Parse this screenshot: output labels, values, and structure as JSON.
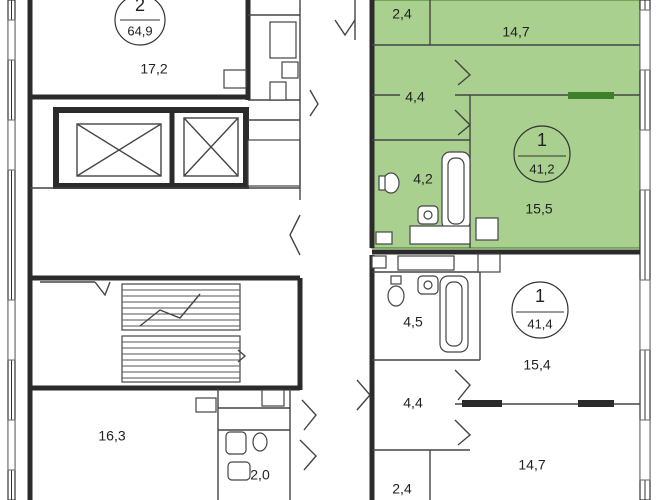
{
  "highlight_color": "#a9d08e",
  "highlight_stroke": "#5b9b3b",
  "accent_bar_color": "#3f7f2a",
  "apartments": [
    {
      "rooms": "2",
      "area": "64,9"
    },
    {
      "rooms": "1",
      "area": "41,2"
    },
    {
      "rooms": "1",
      "area": "41,4"
    }
  ],
  "room_areas": {
    "top_left_room": "17,2",
    "top_hall": "2,4",
    "top_bedroom": "14,7",
    "top_corridor": "4,4",
    "top_bath": "4,2",
    "top_living": "15,5",
    "mid_bath": "4,5",
    "mid_living": "15,4",
    "mid_corridor": "4,4",
    "bottom_bedroom": "14,7",
    "bottom_hall": "2,4",
    "bottom_left_room": "16,3",
    "bottom_wc": "2,0"
  }
}
